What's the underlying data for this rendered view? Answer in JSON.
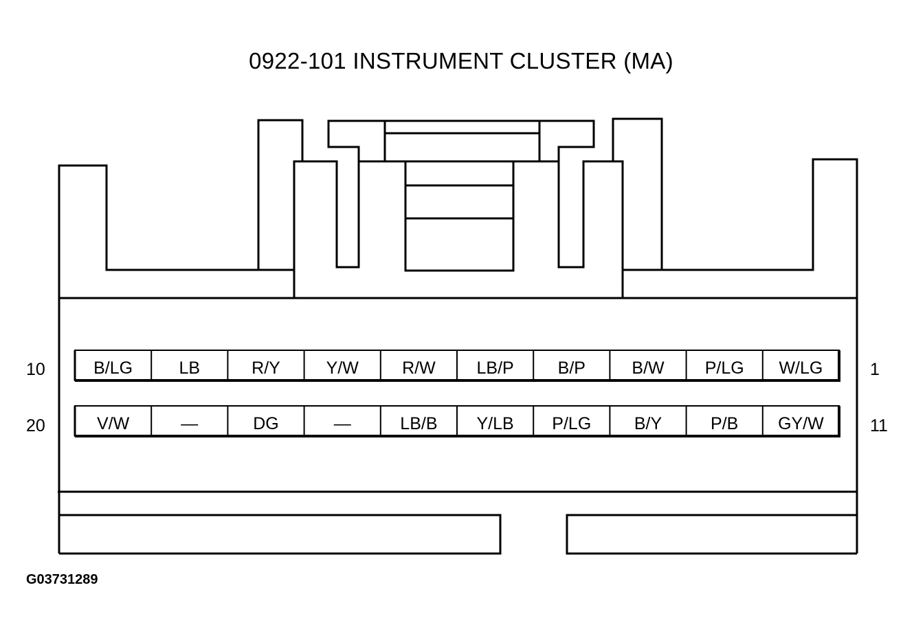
{
  "title": "0922-101 INSTRUMENT CLUSTER (MA)",
  "top_row": {
    "left_number": "10",
    "right_number": "1",
    "pins": [
      "B/LG",
      "LB",
      "R/Y",
      "Y/W",
      "R/W",
      "LB/P",
      "B/P",
      "B/W",
      "P/LG",
      "W/LG"
    ]
  },
  "bottom_row": {
    "left_number": "20",
    "right_number": "11",
    "pins": [
      "V/W",
      "—",
      "DG",
      "—",
      "LB/B",
      "Y/LB",
      "P/LG",
      "B/Y",
      "P/B",
      "GY/W"
    ]
  },
  "figure_id": "G03731289",
  "colors": {
    "line": "#000000",
    "background": "#ffffff"
  }
}
